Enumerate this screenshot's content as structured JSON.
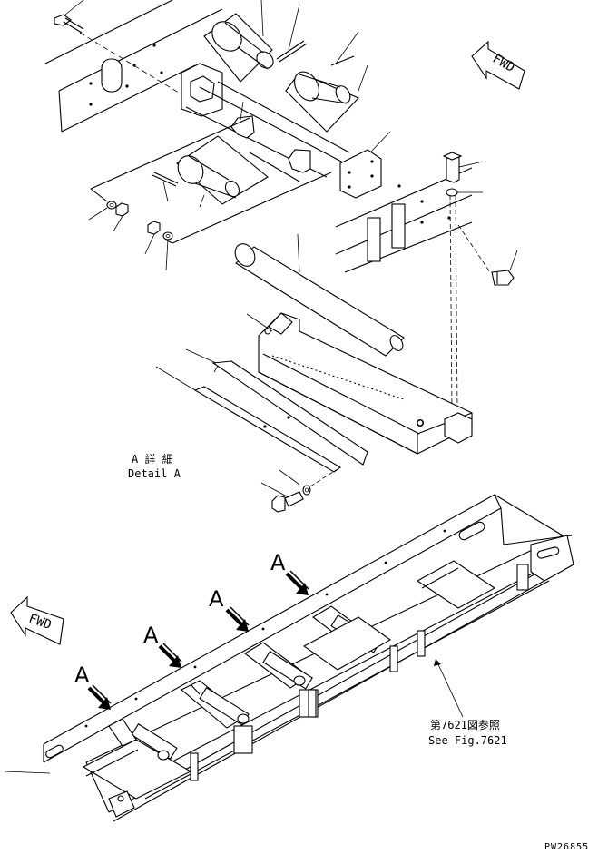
{
  "detail": {
    "jp": "A 詳 細",
    "en": "Detail A"
  },
  "reference": {
    "jp": "第7621図参照",
    "en": "See Fig.7621"
  },
  "fwd_top": "FWD",
  "fwd_bottom": "FWD",
  "arrow_labels": [
    "A",
    "A",
    "A",
    "A"
  ],
  "drawing_code": "PW26855",
  "icons": {
    "fwd_arrow": "fwd-arrow-icon",
    "detail_arrow": "detail-arrow-icon"
  }
}
